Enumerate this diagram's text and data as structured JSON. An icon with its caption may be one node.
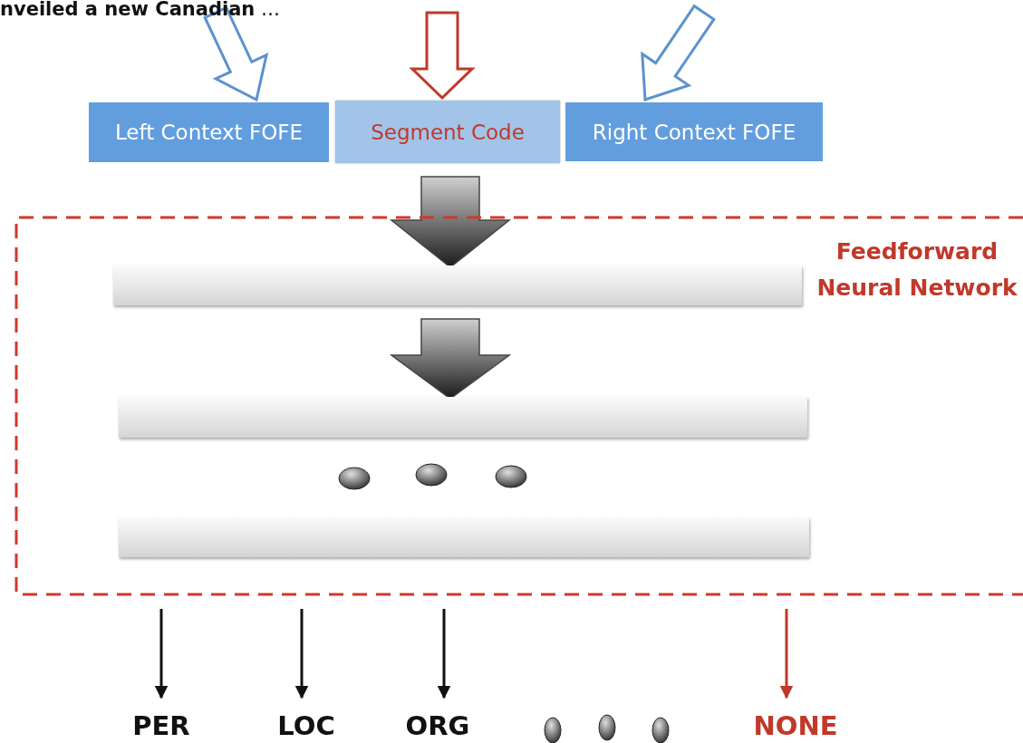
{
  "diagram": {
    "nodes": [
      {
        "text": [
          "Left Context FOFE"
        ]
      },
      {
        "text": [
          "Segment Code"
        ]
      },
      {
        "text": [
          "Right Context FOFE"
        ]
      },
      {
        "text": [
          "Feedforward Neural Network"
        ]
      },
      {
        "text": [],
        "shape": "bar",
        "in": 3
      },
      {
        "text": [],
        "shape": "bar",
        "in": 3
      },
      {
        "text": [],
        "shape": "bar",
        "in": 3
      },
      {
        "text": [
          "PER"
        ]
      },
      {
        "text": [
          "LOC"
        ]
      },
      {
        "text": [
          "ORG"
        ]
      },
      {
        "text": [
          "NONE"
        ]
      }
    ],
    "edges": [
      {
        "from": null,
        "to": 0,
        "arrow": "to",
        "style": "thick",
        "color": "#5b93cd"
      },
      {
        "from": null,
        "to": 1,
        "arrow": "to",
        "style": "thick",
        "color": "#c0392b"
      },
      {
        "from": null,
        "to": 2,
        "arrow": "to",
        "style": "thick",
        "color": "#5b93cd"
      },
      {
        "from": 1,
        "to": 4,
        "arrow": "to",
        "style": "thick",
        "color": "#444444"
      },
      {
        "from": 4,
        "to": 5,
        "arrow": "to",
        "style": "thick",
        "color": "#444444"
      },
      {
        "from": 3,
        "to": 7,
        "arrow": "to"
      },
      {
        "from": 3,
        "to": 8,
        "arrow": "to"
      },
      {
        "from": 3,
        "to": 9,
        "arrow": "to"
      },
      {
        "from": 3,
        "to": 10,
        "arrow": "to",
        "color": "#c0392b"
      }
    ],
    "labels": [
      "**nveiled a new Canadian** …"
    ]
  }
}
